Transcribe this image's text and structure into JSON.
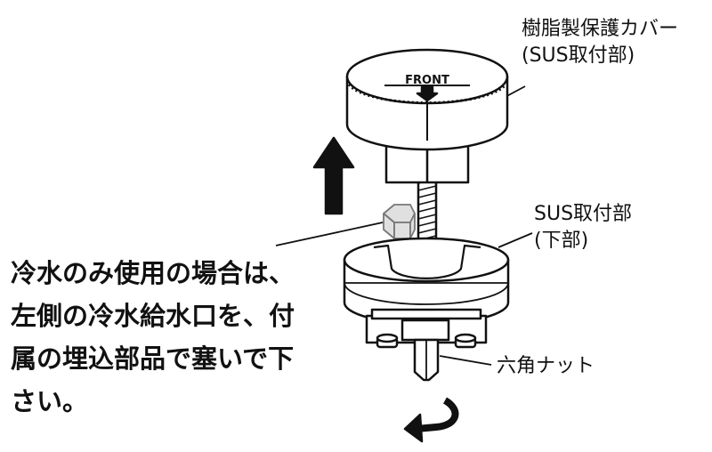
{
  "labels": {
    "cover": [
      "樹脂製保護カバー",
      "(SUS取付部)"
    ],
    "lower": [
      "SUS取付部",
      "(下部)"
    ],
    "nut": "六角ナット",
    "front_marking": "FRONT"
  },
  "instruction": [
    "冷水のみ使用の場合は、",
    "左側の冷水給水口を、付",
    "属の埋込部品で塞いで下",
    "さい。"
  ],
  "colors": {
    "ink": "#111111",
    "fill": "#ffffff",
    "shade": "#d9d9d9"
  },
  "icons": [
    "up-arrow-icon",
    "rotate-arrow-icon"
  ]
}
